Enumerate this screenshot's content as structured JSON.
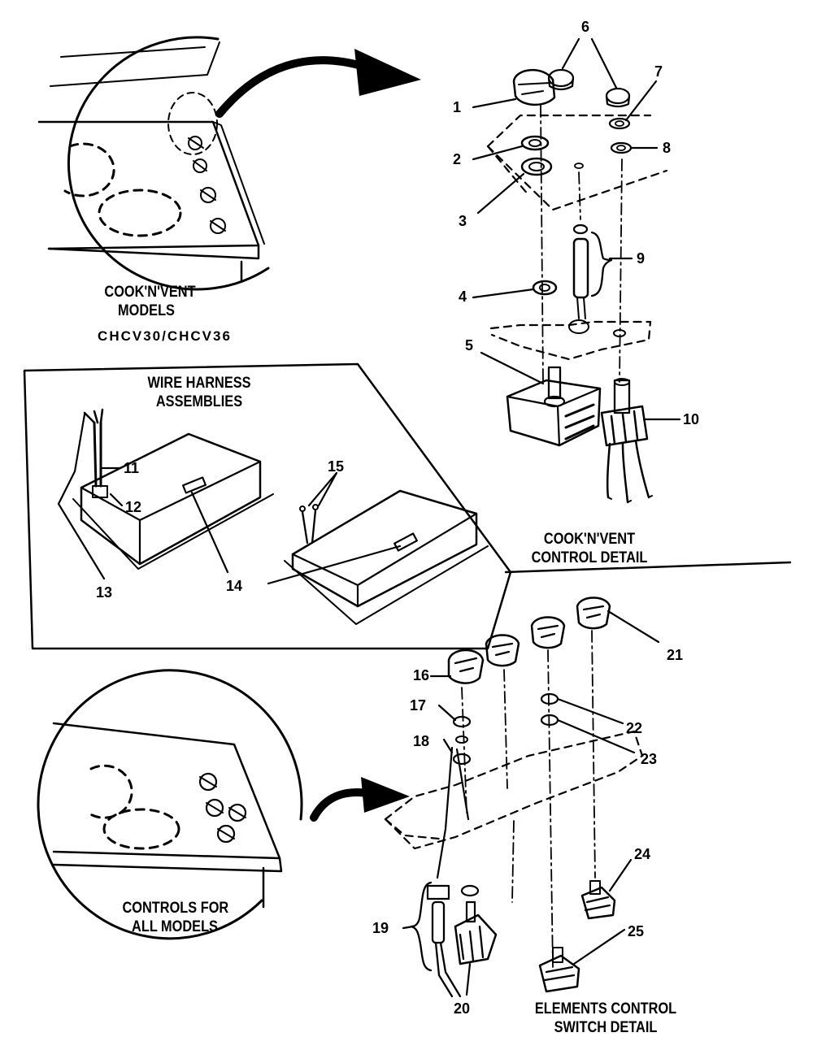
{
  "captions": {
    "cooknvent_models_line1": "COOK'N'VENT",
    "cooknvent_models_line2": "MODELS",
    "cooknvent_models_line3": "CHCV30/CHCV36",
    "wire_harness_line1": "WIRE HARNESS",
    "wire_harness_line2": "ASSEMBLIES",
    "control_detail_line1": "COOK'N'VENT",
    "control_detail_line2": "CONTROL DETAIL",
    "controls_all_line1": "CONTROLS FOR",
    "controls_all_line2": "ALL MODELS",
    "switch_detail_line1": "ELEMENTS CONTROL",
    "switch_detail_line2": "SWITCH DETAIL"
  },
  "callouts": [
    "1",
    "2",
    "3",
    "4",
    "5",
    "6",
    "7",
    "8",
    "9",
    "10",
    "11",
    "12",
    "13",
    "14",
    "15",
    "16",
    "17",
    "18",
    "19",
    "20",
    "21",
    "22",
    "23",
    "24",
    "25"
  ],
  "colors": {
    "ink": "#000000",
    "paper": "#ffffff"
  }
}
